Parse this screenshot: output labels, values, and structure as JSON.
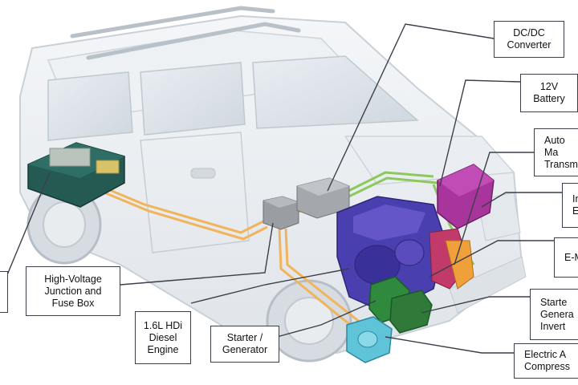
{
  "labels": {
    "dcdc": "DC/DC\nConverter",
    "battery12v": "12V\nBattery",
    "auto_trans": "Auto\nMa\nTransm",
    "inverter": "Inv\nE-",
    "emotor": "E-M",
    "starter_inverter": "Starte\nGenera\nInvert",
    "compressor": "Electric A\nCompress",
    "hv_junction": "High-Voltage\nJunction and\nFuse Box",
    "engine": "1.6L HDi\nDiesel\nEngine",
    "starter_gen": "Starter /\nGenerator"
  },
  "colors": {
    "hv_battery": "#245a52",
    "engine": "#4a3fae",
    "inverter": "#a8359c",
    "starter_gen": "#2f8a3e",
    "compressor": "#5fc4d8",
    "cable_orange": "#f2b45a",
    "cable_green": "#8cc85a"
  }
}
